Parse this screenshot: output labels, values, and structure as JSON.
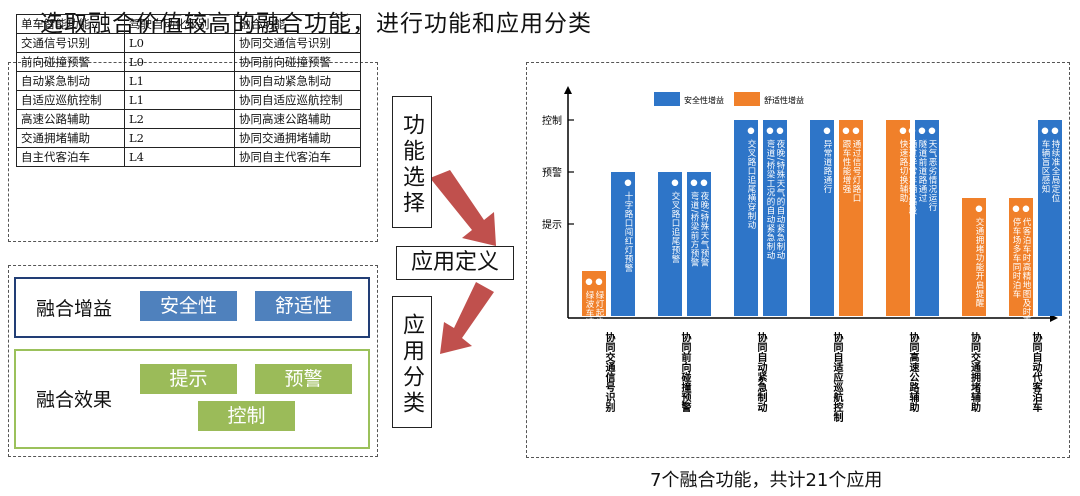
{
  "title": "选取融合价值较高的融合功能，进行功能和应用分类",
  "table": {
    "headers": [
      "单车智能功能",
      "驾驶自动化级别",
      "融合功能"
    ],
    "rows": [
      [
        "交通信号识别",
        "L0",
        "协同交通信号识别"
      ],
      [
        "前向碰撞预警",
        "L0",
        "协同前向碰撞预警"
      ],
      [
        "自动紧急制动",
        "L1",
        "协同自动紧急制动"
      ],
      [
        "自适应巡航控制",
        "L1",
        "协同自适应巡航控制"
      ],
      [
        "高速公路辅助",
        "L2",
        "协同高速公路辅助"
      ],
      [
        "交通拥堵辅助",
        "L2",
        "协同交通拥堵辅助"
      ],
      [
        "自主代客泊车",
        "L4",
        "协同自主代客泊车"
      ]
    ]
  },
  "gain": {
    "label": "融合增益",
    "items": [
      "安全性",
      "舒适性"
    ]
  },
  "effect": {
    "label": "融合效果",
    "items": [
      "提示",
      "预警",
      "控制"
    ]
  },
  "flow": {
    "step1": "功能选择",
    "step2": "应用定义",
    "step3": "应用分类"
  },
  "colors": {
    "safety": "#2e75c8",
    "comfort": "#f0802a",
    "arrow": "#c0504d",
    "gain_border": "#223e75",
    "effect_border": "#9bc15b"
  },
  "chart_data": {
    "type": "bar",
    "legend": [
      {
        "name": "安全性增益",
        "color": "#2e75c8"
      },
      {
        "name": "舒适性增益",
        "color": "#f0802a"
      }
    ],
    "y_levels": [
      "提示",
      "预警",
      "控制"
    ],
    "groups": [
      {
        "name": "协同交通信号识别",
        "bars": [
          {
            "series": "舒适性增益",
            "level": 0.5,
            "lines": [
              "绿灯起步提醒",
              "绿波车速引导"
            ]
          },
          {
            "series": "安全性增益",
            "level": 2,
            "lines": [
              "十字路口闯红灯预警"
            ]
          }
        ]
      },
      {
        "name": "协同前向碰撞预警",
        "bars": [
          {
            "series": "安全性增益",
            "level": 2,
            "lines": [
              "交叉路口追尾预警"
            ]
          },
          {
            "series": "安全性增益",
            "level": 2,
            "lines": [
              "夜晚/特殊天气预警",
              "弯道/桥梁前方预警"
            ]
          }
        ]
      },
      {
        "name": "协同自动紧急制动",
        "bars": [
          {
            "series": "安全性增益",
            "level": 3,
            "lines": [
              "交叉路口追尾横穿制动"
            ]
          },
          {
            "series": "安全性增益",
            "level": 3,
            "lines": [
              "夜晚/特殊天气的自动紧急制动",
              "弯道/桥梁工况的自动紧急制动"
            ]
          }
        ]
      },
      {
        "name": "协同自适应巡航控制",
        "bars": [
          {
            "series": "安全性增益",
            "level": 3,
            "lines": [
              "异常道路通行"
            ]
          },
          {
            "series": "舒适性增益",
            "level": 3,
            "lines": [
              "通过信号灯路口",
              "跟车性能增强"
            ]
          }
        ]
      },
      {
        "name": "协同高速公路辅助",
        "bars": [
          {
            "series": "舒适性增益",
            "level": 3,
            "lines": [
              "快速路切换辅助"
            ]
          },
          {
            "series": "安全性增益",
            "level": 3,
            "lines": [
              "天气恶劣情况运行",
              "隧道前道路通过",
              "通过异常车辆/路段"
            ]
          }
        ]
      },
      {
        "name": "协同交通拥堵辅助",
        "bars": [
          {
            "series": "舒适性增益",
            "level": 1.5,
            "lines": [
              "交通拥堵功能开启提醒"
            ]
          }
        ]
      },
      {
        "name": "协同自动代客泊车",
        "bars": [
          {
            "series": "舒适性增益",
            "level": 1.5,
            "lines": [
              "代客泊车时高精地图及时更新",
              "停车场多车同时泊车"
            ]
          },
          {
            "series": "安全性增益",
            "level": 3,
            "lines": [
              "持续准全局定位",
              "车辆盲区感知"
            ]
          }
        ]
      }
    ]
  },
  "footer": "7个融合功能，共计21个应用"
}
